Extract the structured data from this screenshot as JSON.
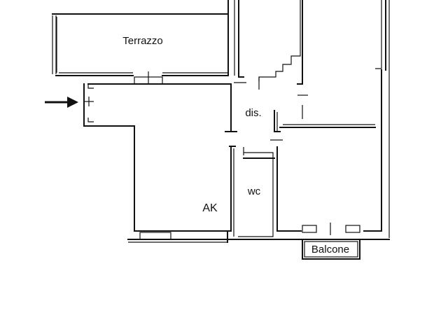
{
  "rooms": {
    "terrazzo": "Terrazzo",
    "dis": "dis.",
    "ak": "AK",
    "wc": "wc",
    "balcone": "Balcone"
  },
  "icons": {
    "entrance": "arrow-right-icon"
  },
  "colors": {
    "wall": "#111111",
    "background": "#ffffff"
  }
}
